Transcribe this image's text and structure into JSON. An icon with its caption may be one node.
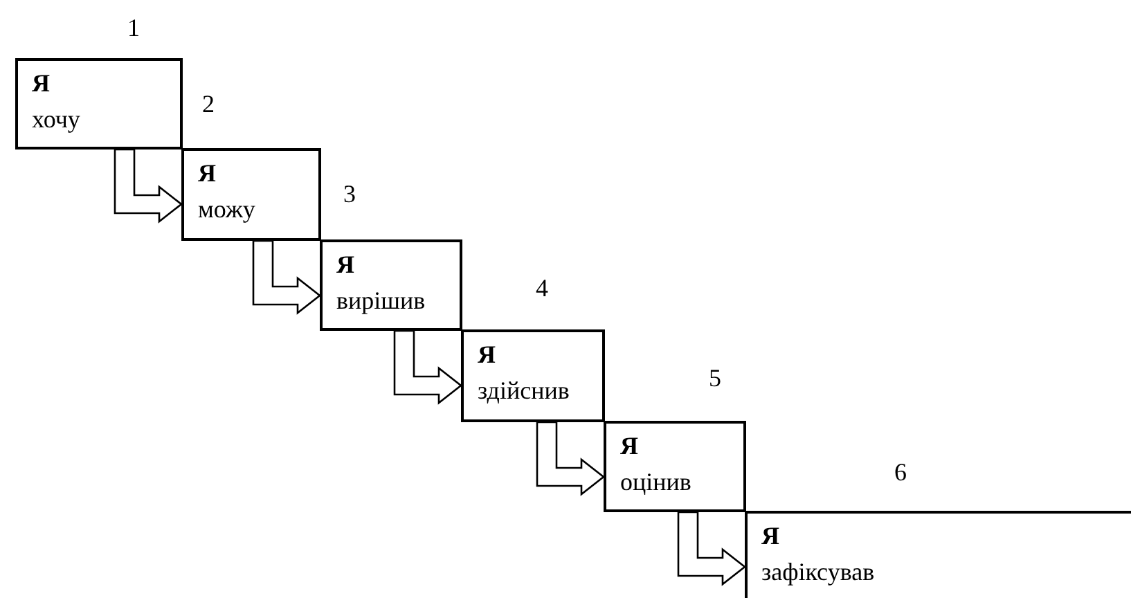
{
  "diagram": {
    "nodes": [
      {
        "text": [
          "Я",
          "хочу"
        ]
      },
      {
        "text": [
          "Я",
          "можу"
        ]
      },
      {
        "text": [
          "Я",
          "вирішив"
        ]
      },
      {
        "text": [
          "Я",
          "здійснив"
        ]
      },
      {
        "text": [
          "Я",
          "оцінив"
        ]
      },
      {
        "text": [
          "Я",
          "зафіксував"
        ]
      }
    ],
    "labels": [
      "1",
      "2",
      "3",
      "4",
      "5",
      "6"
    ],
    "edges": [
      {
        "from": 0,
        "to": 1,
        "arrow": "to"
      },
      {
        "from": 1,
        "to": 2,
        "arrow": "to"
      },
      {
        "from": 2,
        "to": 3,
        "arrow": "to"
      },
      {
        "from": 3,
        "to": 4,
        "arrow": "to"
      },
      {
        "from": 4,
        "to": 5,
        "arrow": "to"
      }
    ]
  }
}
